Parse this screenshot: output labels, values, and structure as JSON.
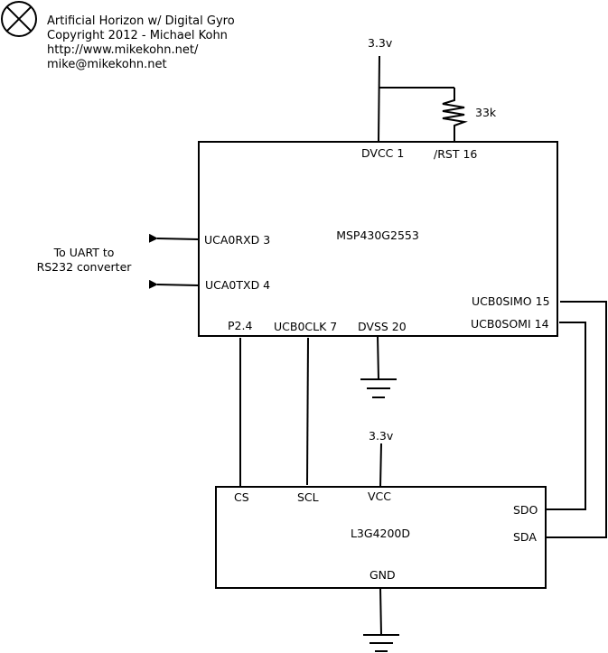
{
  "header": {
    "title": "Artificial Horizon w/ Digital Gyro",
    "copyright": "Copyright 2012 - Michael Kohn",
    "url": "http://www.mikekohn.net/",
    "email": "mike@mikekohn.net",
    "logo_icon": "circled-x-icon"
  },
  "power": {
    "top_supply": "3.3v",
    "gyro_supply": "3.3v",
    "resistor_value": "33k"
  },
  "mcu": {
    "name": "MSP430G2553",
    "pins": {
      "dvcc": "DVCC 1",
      "rst": "/RST 16",
      "uca0rxd": "UCA0RXD 3",
      "uca0txd": "UCA0TXD 4",
      "ucb0simo": "UCB0SIMO 15",
      "ucb0somi": "UCB0SOMI 14",
      "p24": "P2.4",
      "ucb0clk": "UCB0CLK 7",
      "dvss": "DVSS 20"
    }
  },
  "uart_note": {
    "line1": "To UART to",
    "line2": "RS232 converter"
  },
  "gyro": {
    "name": "L3G4200D",
    "pins": {
      "cs": "CS",
      "scl": "SCL",
      "vcc": "VCC",
      "sdo": "SDO",
      "sda": "SDA",
      "gnd": "GND"
    }
  }
}
